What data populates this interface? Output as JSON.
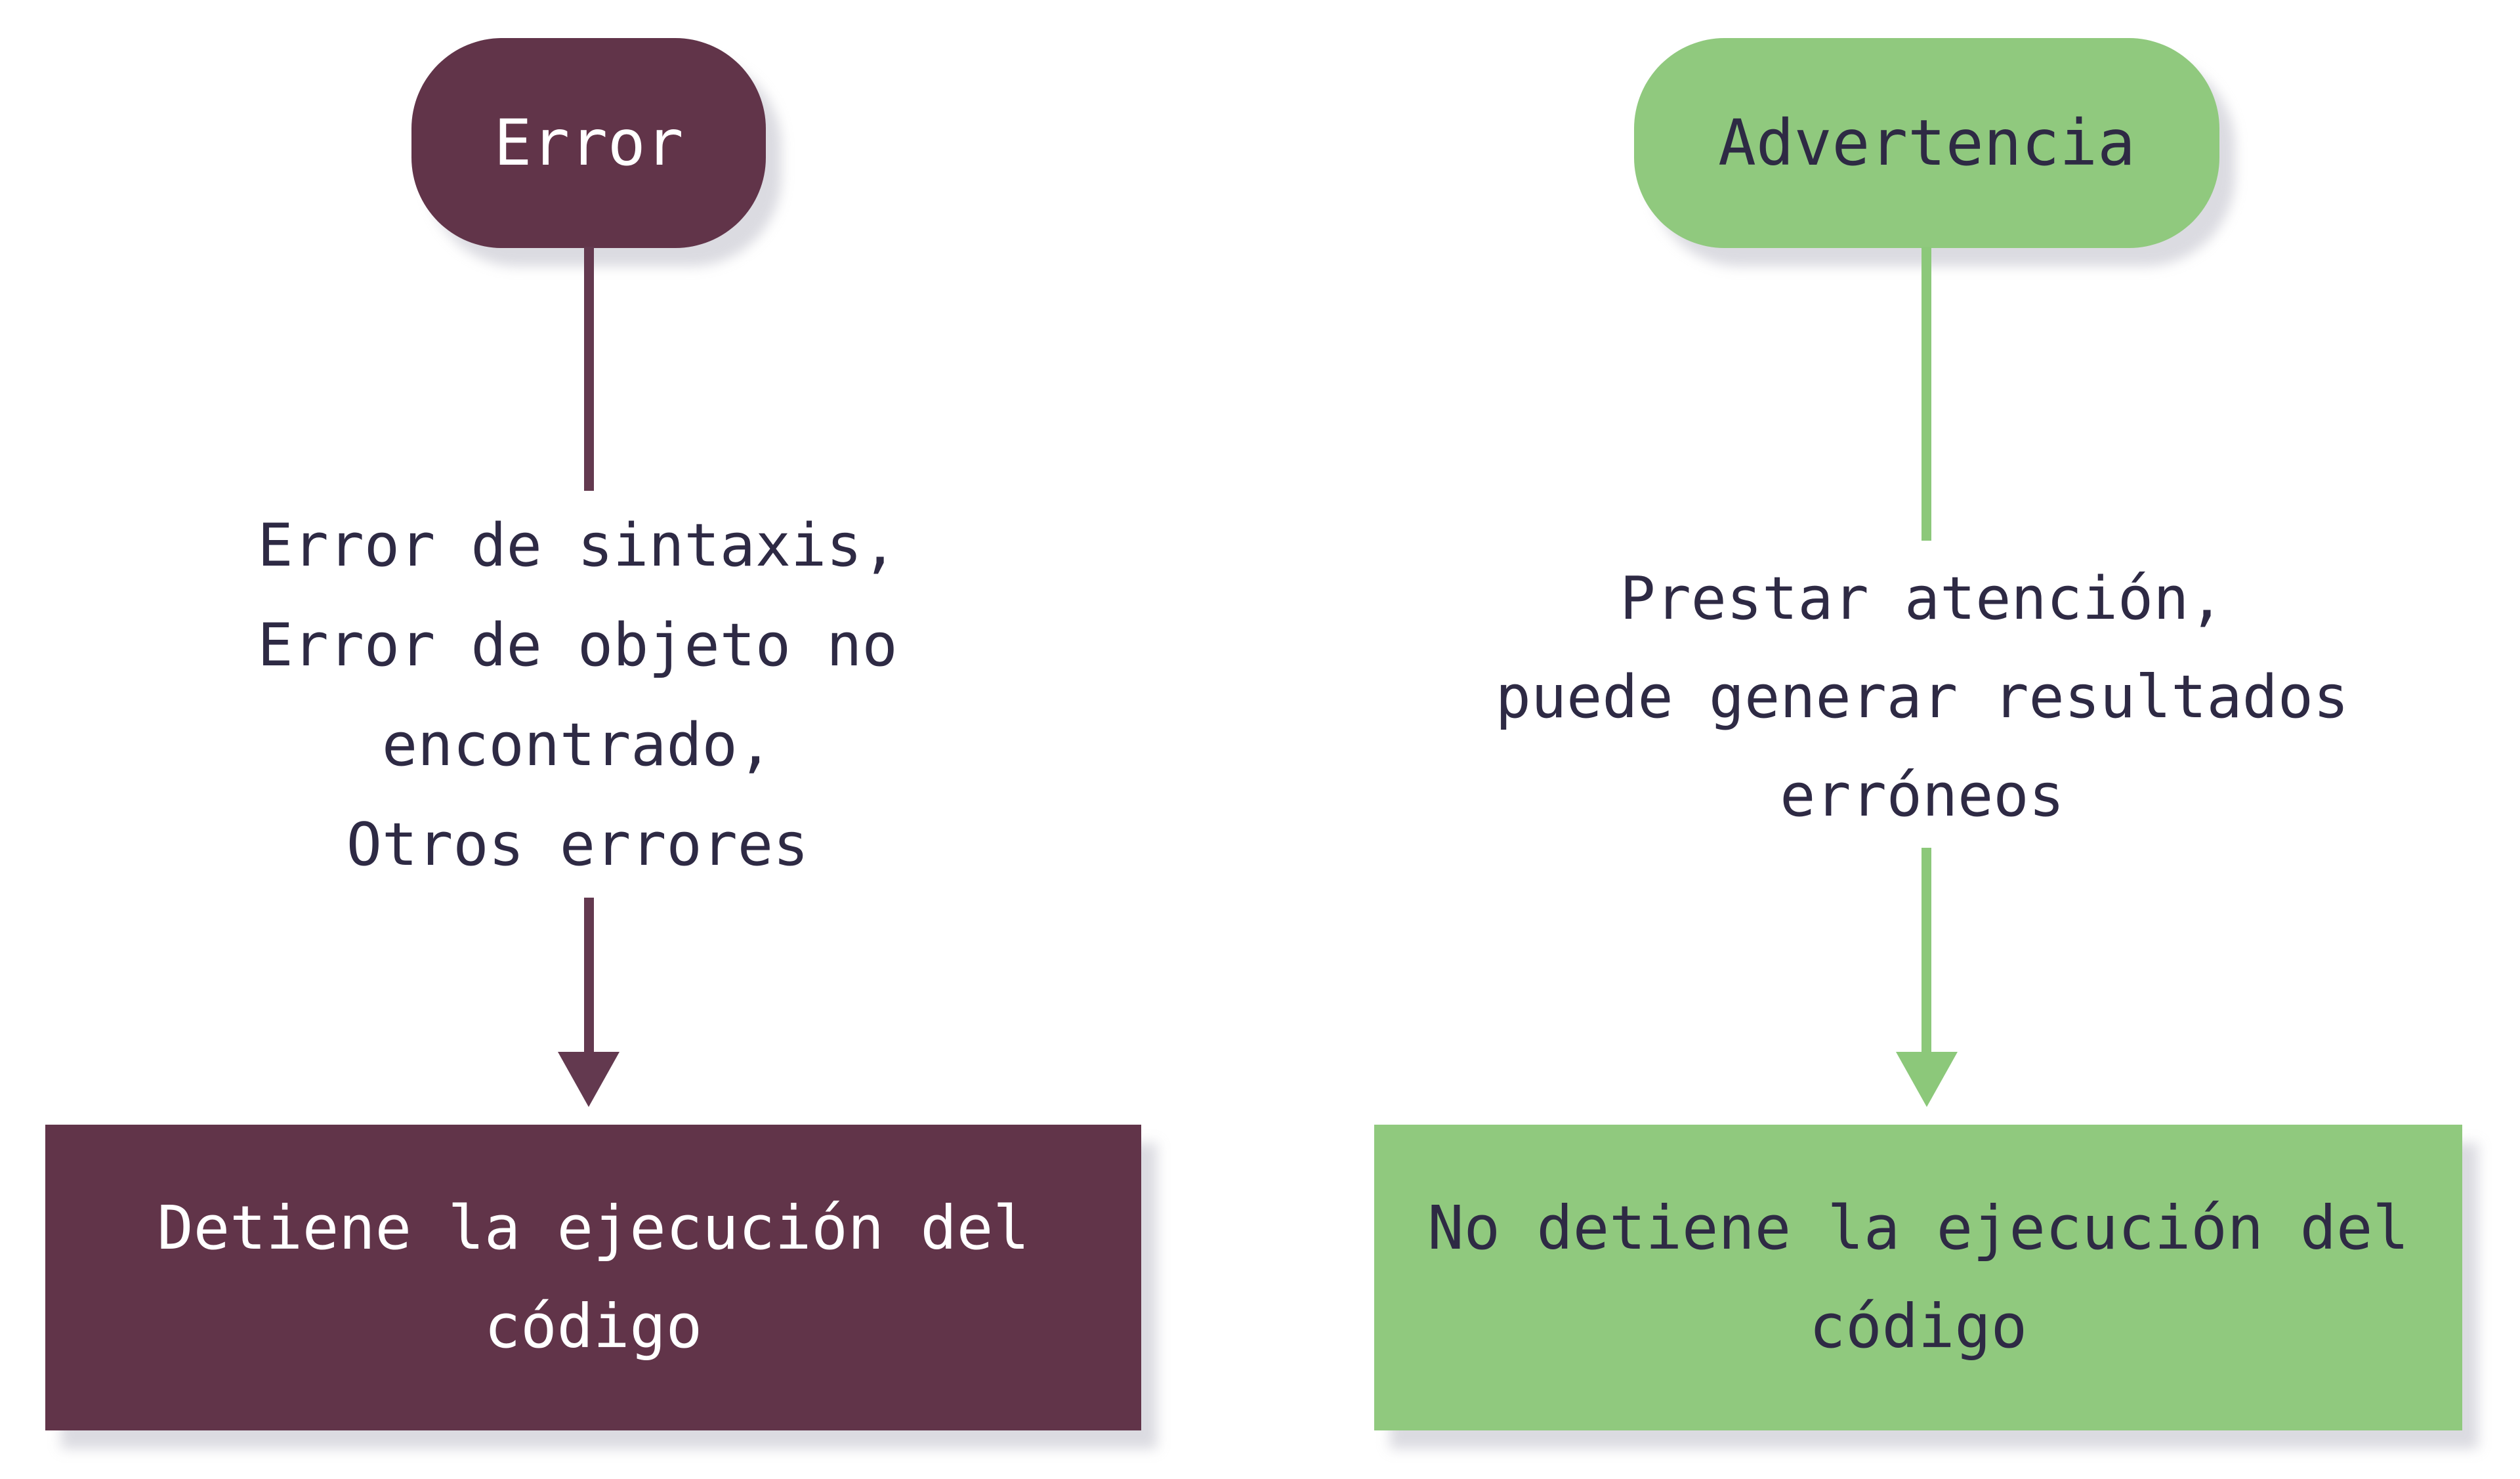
{
  "colors": {
    "error_fill": "#613449",
    "error_arrow": "#63394f",
    "warning_fill": "#90c97e",
    "warning_arrow": "#8cc87a",
    "dark_text": "#2e2a44",
    "light_text": "#ffffff",
    "background": "#ffffff"
  },
  "columns": [
    {
      "id": "error",
      "pill_label": "Error",
      "description_lines": [
        "Error de sintaxis,",
        "Error de objeto no",
        "encontrado,",
        "Otros errores"
      ],
      "outcome_lines": [
        "Detiene la ejecución del",
        "código"
      ]
    },
    {
      "id": "advertencia",
      "pill_label": "Advertencia",
      "description_lines": [
        "Prestar atención,",
        "puede generar resultados",
        "erróneos"
      ],
      "outcome_lines": [
        "No detiene la ejecución del",
        "código"
      ]
    }
  ]
}
